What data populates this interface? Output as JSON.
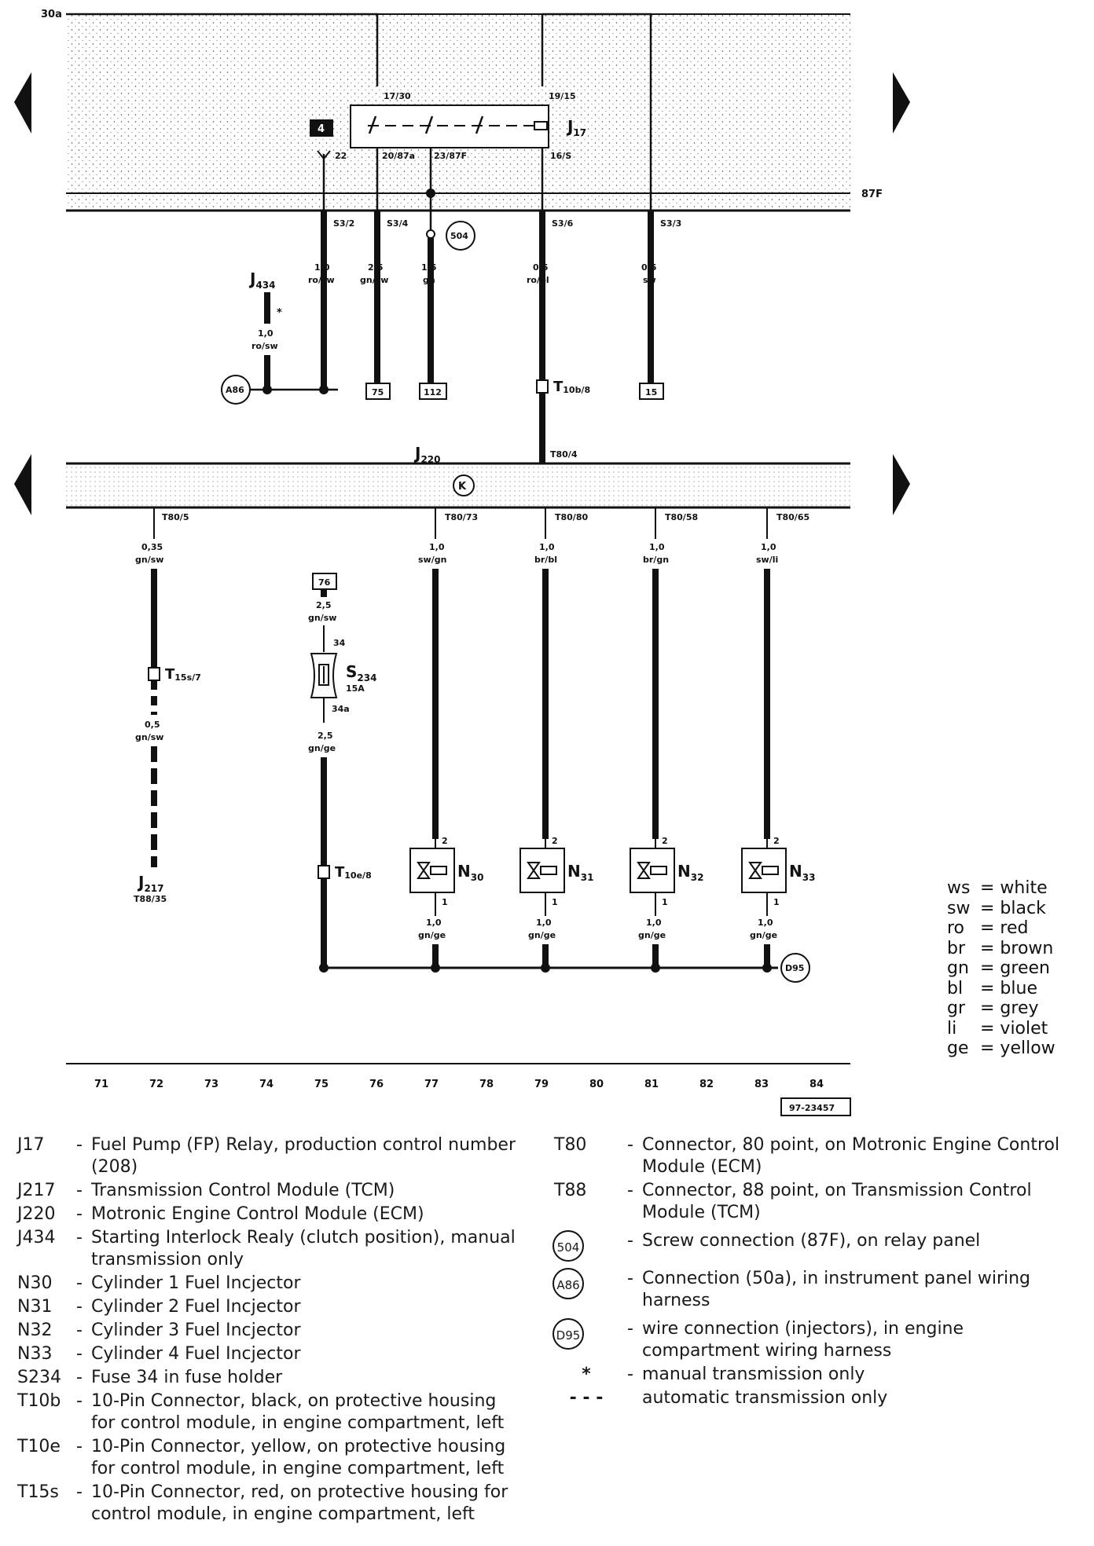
{
  "diagram": {
    "top_terminals": {
      "left": "30a",
      "right": "87F"
    },
    "relay": {
      "name": "J",
      "sub": "17",
      "badge": "4",
      "pins": {
        "p17_30": "17/30",
        "p19_15": "19/15",
        "p20_87a": "20/87a",
        "p23_87F": "23/87F",
        "p16_S": "16/S",
        "p22": "22"
      }
    },
    "fuse_panel_terminals": [
      "S3/2",
      "S3/4",
      "S3/6",
      "S3/3"
    ],
    "wires_top": [
      {
        "size": "1,0",
        "color": "ro/sw"
      },
      {
        "size": "2,5",
        "color": "gn/sw"
      },
      {
        "size": "1,5",
        "color": "gn"
      },
      {
        "size": "0,5",
        "color": "ro/bl"
      },
      {
        "size": "0,5",
        "color": "sw"
      }
    ],
    "screw_connection": "504",
    "j434": {
      "name": "J",
      "sub": "434",
      "star": "*",
      "size": "1,0",
      "color": "ro/sw"
    },
    "a86": "A86",
    "ref_boxes_top": [
      "75",
      "112",
      "15"
    ],
    "t10b": {
      "name": "T",
      "sub": "10b/8"
    },
    "ecm": {
      "name": "J",
      "sub": "220",
      "top_pin": "T80/4",
      "symbol": "K"
    },
    "ecm_pins": [
      "T80/5",
      "T80/73",
      "T80/80",
      "T80/58",
      "T80/65"
    ],
    "wires_ecm": [
      {
        "size": "0,35",
        "color": "gn/sw"
      },
      {
        "size": "1,0",
        "color": "sw/gn"
      },
      {
        "size": "1,0",
        "color": "br/bl"
      },
      {
        "size": "1,0",
        "color": "br/gn"
      },
      {
        "size": "1,0",
        "color": "sw/li"
      }
    ],
    "t15s": {
      "name": "T",
      "sub": "15s/7"
    },
    "wire_t15s": {
      "size": "0,5",
      "color": "gn/sw"
    },
    "j217": {
      "name": "J",
      "sub": "217",
      "pin": "T88/35"
    },
    "ref_box_76": "76",
    "wire_76": {
      "size": "2,5",
      "color": "gn/sw"
    },
    "fuse": {
      "name": "S",
      "sub": "234",
      "rating": "15A",
      "pin_in": "34",
      "pin_out": "34a"
    },
    "wire_fuse_out": {
      "size": "2,5",
      "color": "gn/ge"
    },
    "t10e": {
      "name": "T",
      "sub": "10e/8"
    },
    "injectors": [
      {
        "name": "N",
        "sub": "30",
        "pin_top": "2",
        "pin_bot": "1",
        "size": "1,0",
        "color": "gn/ge"
      },
      {
        "name": "N",
        "sub": "31",
        "pin_top": "2",
        "pin_bot": "1",
        "size": "1,0",
        "color": "gn/ge"
      },
      {
        "name": "N",
        "sub": "32",
        "pin_top": "2",
        "pin_bot": "1",
        "size": "1,0",
        "color": "gn/ge"
      },
      {
        "name": "N",
        "sub": "33",
        "pin_top": "2",
        "pin_bot": "1",
        "size": "1,0",
        "color": "gn/ge"
      }
    ],
    "d95": "D95",
    "columns": [
      "71",
      "72",
      "73",
      "74",
      "75",
      "76",
      "77",
      "78",
      "79",
      "80",
      "81",
      "82",
      "83",
      "84"
    ],
    "doc_number": "97-23457"
  },
  "color_codes": [
    {
      "code": "ws",
      "name": "= white"
    },
    {
      "code": "sw",
      "name": "= black"
    },
    {
      "code": "ro",
      "name": "= red"
    },
    {
      "code": "br",
      "name": "= brown"
    },
    {
      "code": "gn",
      "name": "= green"
    },
    {
      "code": "bl",
      "name": "= blue"
    },
    {
      "code": "gr",
      "name": "= grey"
    },
    {
      "code": "li",
      "name": "= violet"
    },
    {
      "code": "ge",
      "name": "= yellow"
    }
  ],
  "legend_left": [
    {
      "key": "J17",
      "dash": "-",
      "text": "Fuel Pump (FP) Relay, production control number (208)"
    },
    {
      "key": "J217",
      "dash": "-",
      "text": "Transmission Control Module (TCM)"
    },
    {
      "key": "J220",
      "dash": "-",
      "text": "Motronic Engine Control Module (ECM)"
    },
    {
      "key": "J434",
      "dash": "-",
      "text": "Starting Interlock Realy (clutch position), manual transmission only"
    },
    {
      "key": "N30",
      "dash": "-",
      "text": "Cylinder 1 Fuel Incjector"
    },
    {
      "key": "N31",
      "dash": "-",
      "text": "Cylinder 2 Fuel Incjector"
    },
    {
      "key": "N32",
      "dash": "-",
      "text": "Cylinder 3 Fuel Incjector"
    },
    {
      "key": "N33",
      "dash": "-",
      "text": "Cylinder 4 Fuel Incjector"
    },
    {
      "key": "S234",
      "dash": "-",
      "text": "Fuse 34 in fuse holder"
    },
    {
      "key": "T10b",
      "dash": "-",
      "text": "10-Pin Connector, black, on protective housing for control module, in engine compartment, left"
    },
    {
      "key": "T10e",
      "dash": "-",
      "text": "10-Pin Connector, yellow, on protective housing for control module, in engine compartment, left"
    },
    {
      "key": "T15s",
      "dash": "-",
      "text": "10-Pin Connector, red,  on protective housing for control module, in engine compartment, left"
    }
  ],
  "legend_right": [
    {
      "key": "T80",
      "dash": "-",
      "text": "Connector, 80 point, on Motronic Engine Control Module (ECM)"
    },
    {
      "key": "T88",
      "dash": "-",
      "text": "Connector, 88 point, on Transmission Control Module (TCM)"
    },
    {
      "circle": "504",
      "dash": "-",
      "text": "Screw connection (87F), on relay panel"
    },
    {
      "circle": "A86",
      "dash": "-",
      "text": "Connection (50a), in instrument panel wiring harness"
    },
    {
      "circle": "D95",
      "dash": "-",
      "text": "wire connection (injectors), in engine compartment wiring harness"
    },
    {
      "key": "*",
      "dash": "-",
      "text": "manual transmission only"
    },
    {
      "key": "- - -",
      "dash": "",
      "text": "automatic transmission only"
    }
  ]
}
